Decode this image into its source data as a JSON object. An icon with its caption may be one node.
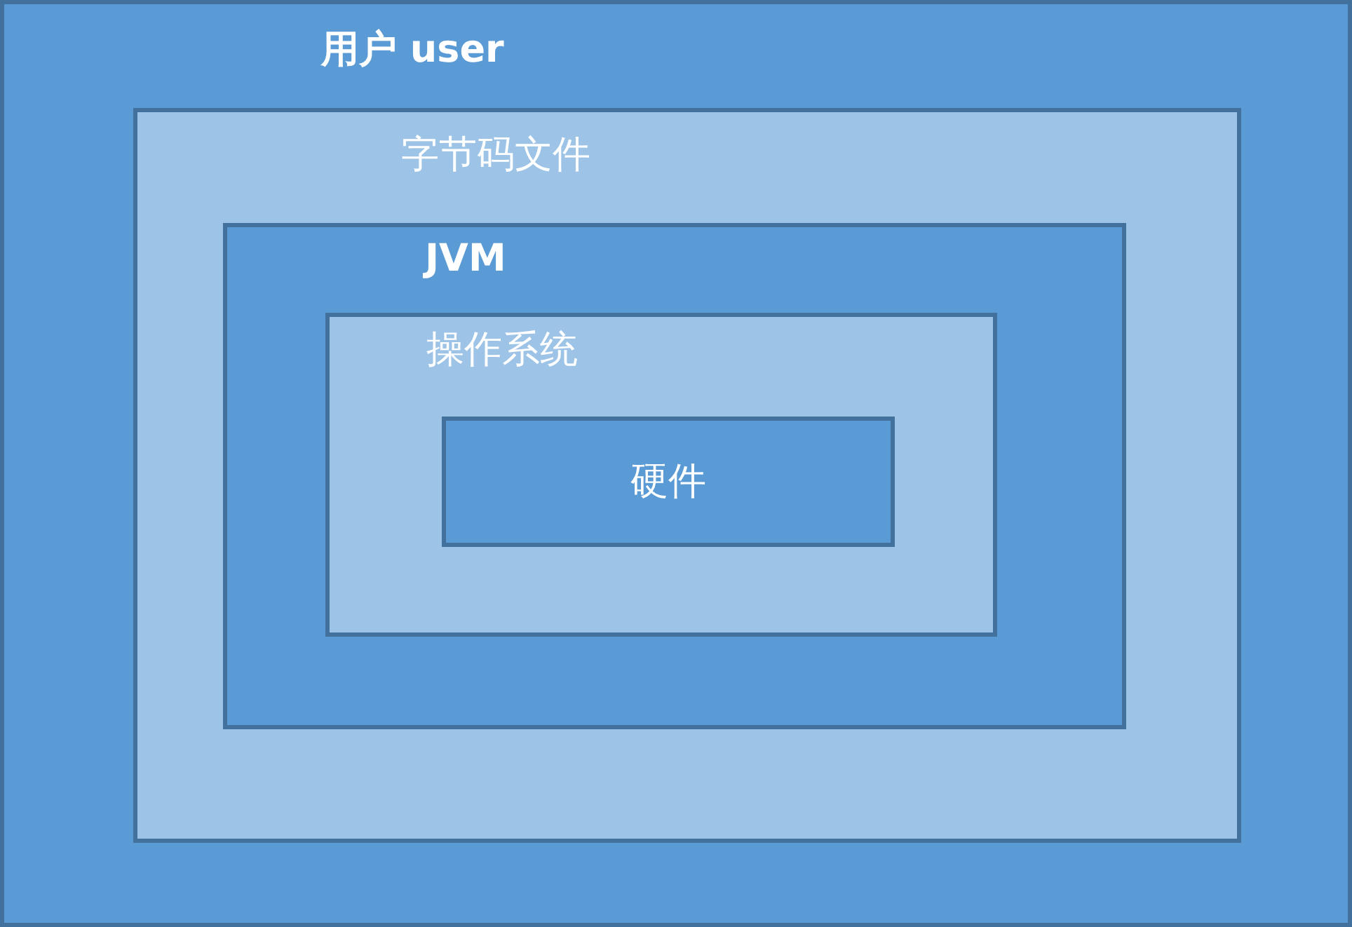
{
  "diagram": {
    "nodes": [
      {
        "text": [
          "用户 user"
        ]
      },
      {
        "text": [
          "字节码文件"
        ],
        "in": 0
      },
      {
        "text": [
          "JVM"
        ],
        "in": 1
      },
      {
        "text": [
          "操作系统"
        ],
        "in": 2
      },
      {
        "text": [
          "硬件"
        ],
        "in": 3
      }
    ]
  }
}
